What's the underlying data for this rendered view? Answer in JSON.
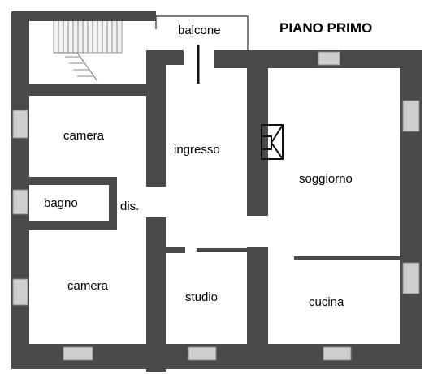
{
  "title": "PIANO PRIMO",
  "rooms": {
    "balcone": "balcone",
    "camera_top": "camera",
    "ingresso": "ingresso",
    "soggiorno": "soggiorno",
    "bagno": "bagno",
    "dis": "dis.",
    "camera_bottom": "camera",
    "studio": "studio",
    "cucina": "cucina"
  },
  "colors": {
    "wall": "#4a4a4a",
    "wall_dark": "#2e2e2e",
    "window": "#c9c9c9",
    "background": "#ffffff"
  }
}
